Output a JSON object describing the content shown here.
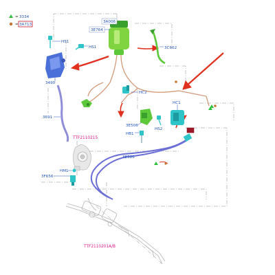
{
  "legend": {
    "items": [
      {
        "symbol": "triangle",
        "color": "#2fbf3a",
        "text": "3334"
      },
      {
        "symbol": "circle",
        "color": "#c07830",
        "text": "3A713"
      }
    ]
  },
  "parts": {
    "p3A006": "3A006",
    "p3E764": "3E764",
    "pHS1a": "HS1",
    "pHS1b": "HS1",
    "p3C602": "3C602",
    "p3490": "3490",
    "pHC2": "HC2",
    "pHC1": "HC1",
    "p3691": "3691",
    "p3E506": "3E506",
    "pHS2": "HS2",
    "pHB1": "HB1",
    "pTTF1": "TTF2110215",
    "p3E586": "3E586",
    "pHM1": "HM1",
    "p3F656": "3F656",
    "pTTF2": "TTF2110201A/B"
  },
  "colors": {
    "accent_red": "#e0301e",
    "hose_blue": "#6b6fd6",
    "pipe_copper": "#d49a7a",
    "part_green": "#5cc83a",
    "part_teal": "#2ec4c8",
    "part_blue": "#4a6fd8",
    "label_blue": "#2255bb",
    "label_magenta": "#e0188a"
  }
}
